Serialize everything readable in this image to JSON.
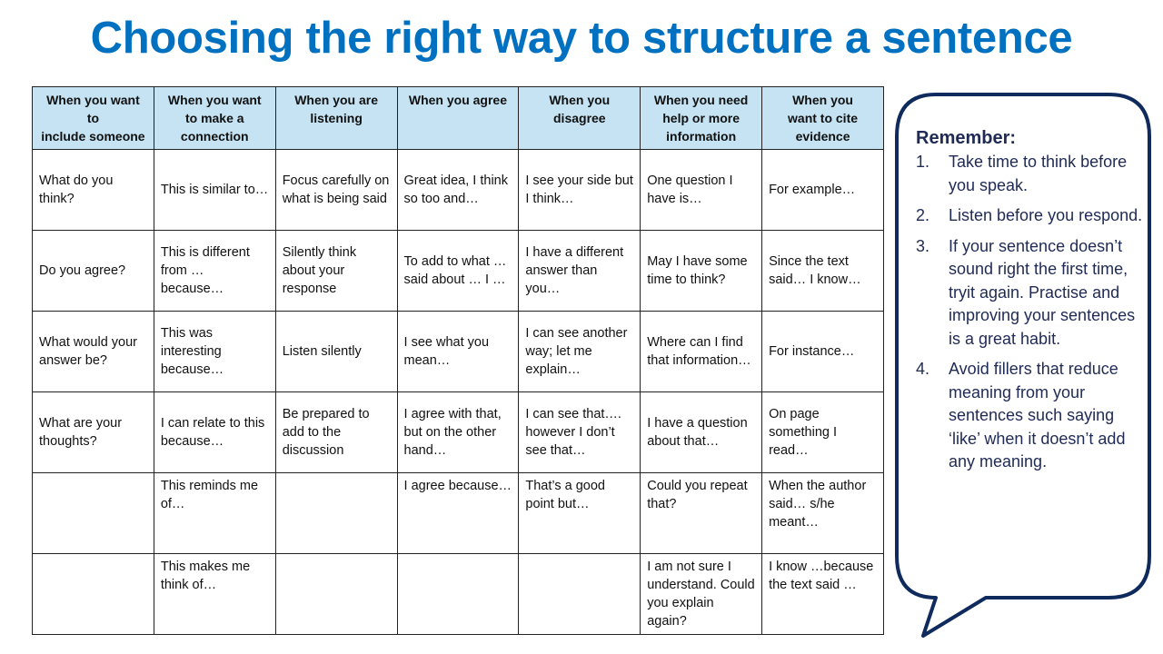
{
  "title": "Choosing the right way to structure a sentence",
  "table": {
    "headers": [
      "When you want to\ninclude someone",
      "When you want\nto make a\nconnection",
      "When you are\nlistening",
      "When you agree",
      "When you\ndisagree",
      "When you need\nhelp or more\ninformation",
      "When you\nwant to cite\nevidence"
    ],
    "rows": [
      [
        "What do you think?",
        "This is similar to…",
        "Focus carefully on what is being said",
        "Great idea, I think so too and…",
        "I see your side but I think…",
        "One question I have is…",
        "For example…"
      ],
      [
        "Do you agree?",
        "This is different from … because…",
        "Silently think about your response",
        "To add to what … said about … I …",
        "I have a different answer than you…",
        "May I have some time to think?",
        "Since the text said… I know…"
      ],
      [
        "What would your answer be?",
        "This was interesting because…",
        "Listen silently",
        "I see what you mean…",
        "I can see another way; let me explain…",
        "Where can I find that information…",
        "For instance…"
      ],
      [
        "What are your thoughts?",
        "I can relate to this because…",
        "Be prepared to add to the discussion",
        "I agree with that, but on the other hand…",
        "I can see that…. however I don’t see that…",
        "I have a question about that…",
        "On page something I read…"
      ],
      [
        "",
        "This reminds me of…",
        "",
        "I agree because…",
        "That’s a good point but…",
        "Could you repeat that?",
        "When the author said… s/he meant…"
      ],
      [
        "",
        "This makes me think of…",
        "",
        "",
        "",
        "I am not sure I understand. Could you explain again?",
        "I know …because the text said …"
      ]
    ]
  },
  "reminder": {
    "heading": "Remember:",
    "items": [
      {
        "num": "1.",
        "text": "Take time to think before you speak."
      },
      {
        "num": "2.",
        "text": "Listen before you respond."
      },
      {
        "num": "3.",
        "text": "If your sentence doesn’t sound right the first time, tryit again.  Practise and improving your sentences is a great habit."
      },
      {
        "num": "4.",
        "text": "Avoid fillers that reduce meaning from your sentences such saying ‘like’ when it doesn’t add any meaning."
      }
    ]
  },
  "colors": {
    "title": "#0070C0",
    "header_bg": "#C5E3F3",
    "bubble_stroke": "#0F2A5C"
  }
}
